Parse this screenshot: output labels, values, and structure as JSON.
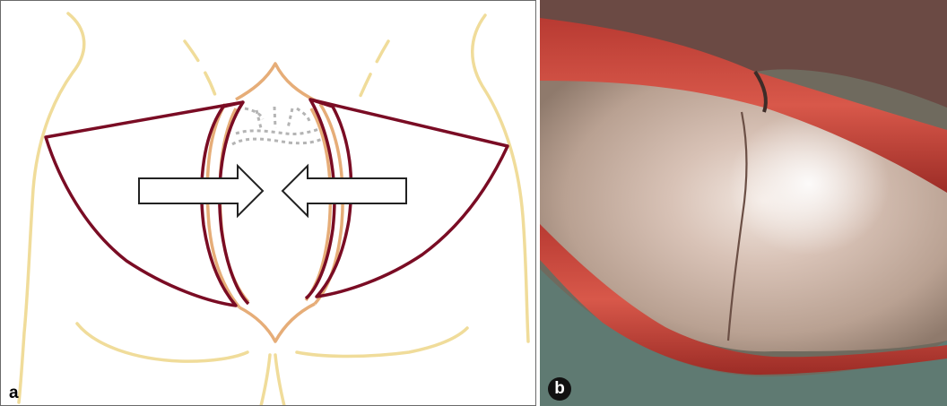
{
  "panels": [
    {
      "id": "a",
      "label": "a",
      "kind": "illustration"
    },
    {
      "id": "b",
      "label": "b",
      "kind": "photograph"
    }
  ],
  "colors": {
    "body_outline": "#f0dc9a",
    "flap_outline": "#7a0c24",
    "fat_layer": "#e6ad78",
    "sacral_dots": "#b4b4b4",
    "arrow_fill": "#ffffff",
    "arrow_stroke": "#222222",
    "panel_border": "#6a6a6a"
  },
  "icons": {
    "left_arrow": "arrow-right-icon",
    "right_arrow": "arrow-left-icon"
  }
}
